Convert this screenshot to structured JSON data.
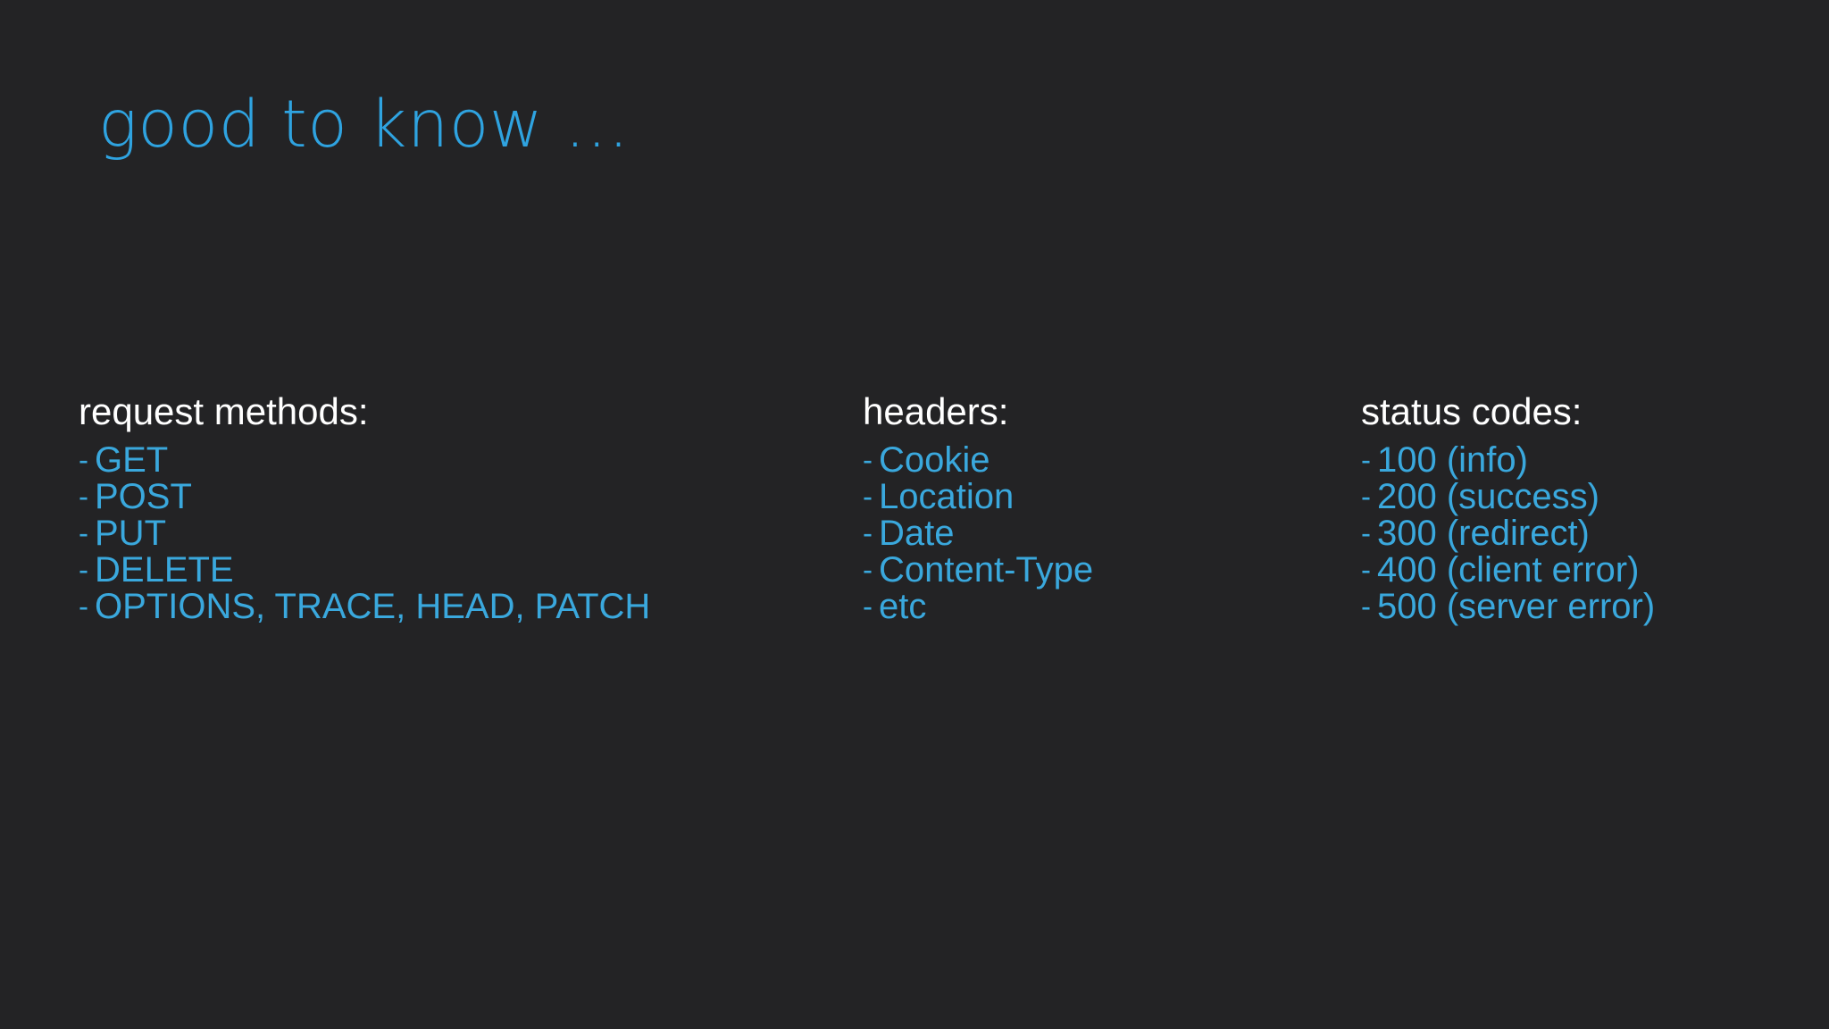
{
  "slide": {
    "background_color": "#232325",
    "title": "good to know …",
    "title_color": "#2fa3e0",
    "heading_color": "#ffffff",
    "item_color": "#3aa8dd",
    "bullet_marker": "-"
  },
  "columns": [
    {
      "id": "request-methods",
      "heading": "request methods:",
      "items": [
        "GET",
        "POST",
        "PUT",
        "DELETE",
        "OPTIONS, TRACE, HEAD, PATCH"
      ]
    },
    {
      "id": "headers",
      "heading": "headers:",
      "items": [
        "Cookie",
        "Location",
        "Date",
        "Content-Type",
        "etc"
      ]
    },
    {
      "id": "status-codes",
      "heading": "status codes:",
      "items": [
        "100 (info)",
        "200 (success)",
        "300 (redirect)",
        "400 (client error)",
        "500 (server error)"
      ]
    }
  ]
}
